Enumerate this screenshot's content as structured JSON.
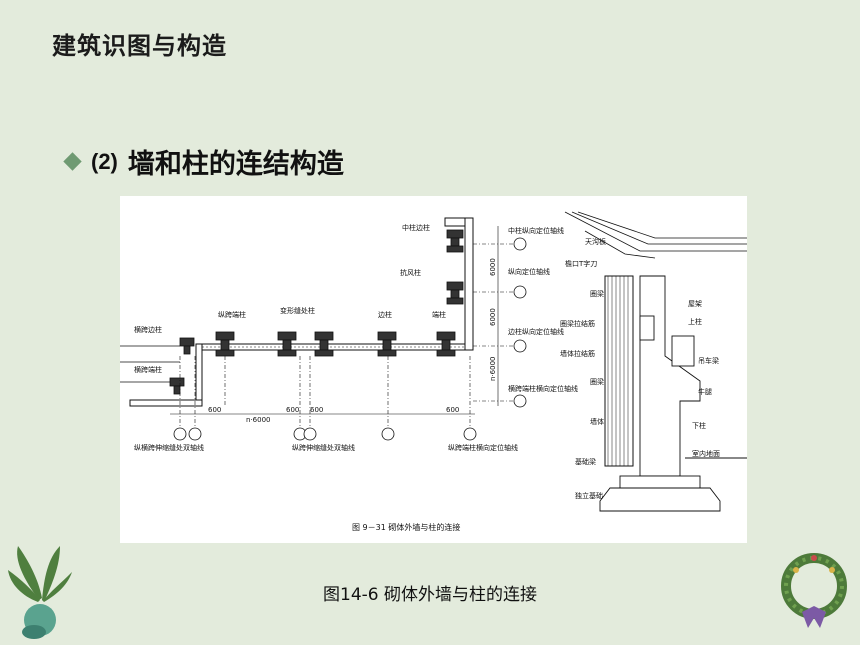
{
  "header": {
    "title": "建筑识图与构造"
  },
  "section": {
    "number": "(2)",
    "heading": "墙和柱的连结构造"
  },
  "figure": {
    "caption": "图14-6 砌体外墙与柱的连接",
    "inner_caption": "图 9－31  砌体外墙与柱的连接",
    "plan_labels": {
      "zhong_zhu_bian_zhu": "中柱边柱",
      "zhong_zhu_zongxiang": "中柱纵向定位轴线",
      "kangfeng_zhu": "抗风柱",
      "zongxiang_dingwei": "纵向定位轴线",
      "bianzhu_zongxiang": "边柱纵向定位轴线",
      "hengkua_duanzhu_hengxiang": "横跨端柱横向定位轴线",
      "zongkua_duanzhu": "纵跨端柱",
      "bianxingfeng_chu_zhu": "变形缝处柱",
      "bianzhu": "边柱",
      "duanzhu": "端柱",
      "hengkua_bianzhu": "横跨边柱",
      "hengkua_duanzhu": "横跨端柱",
      "zonghengkua_shensuofeng": "纵横跨伸缩缝处双轴线",
      "zongkua_shensuofeng": "纵跨伸缩缝处双轴线",
      "zongkua_duanzhu_hengxiang": "纵跨端柱横向定位轴线",
      "dim_600": "600",
      "dim_n6000": "n·6000",
      "dim_6000": "6000",
      "dim_n6000_v": "n·6000"
    },
    "section_labels": {
      "tiangou_ban": "天沟板",
      "yankou_dao": "檐口T字刀",
      "quanliang": "圈梁",
      "wujia": "屋架",
      "shangzhu": "上柱",
      "quanliang_lajiejin": "圈梁拉结筋",
      "qiangti_lajiejin": "墙体拉结筋",
      "diaocheliang": "吊车梁",
      "quanliang2": "圈梁",
      "niutui": "牛腿",
      "qiangti": "墙体",
      "xiazhu": "下柱",
      "shinei_dimian": "室内地面",
      "jichuliang": "基础梁",
      "duli_jichu": "独立基础"
    }
  }
}
